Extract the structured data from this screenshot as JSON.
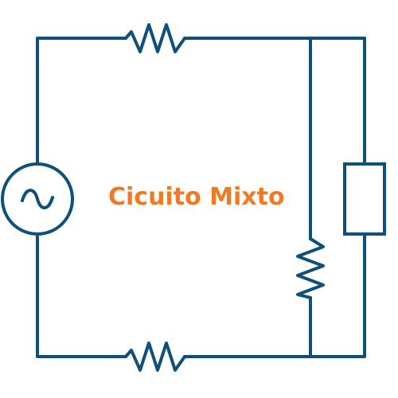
{
  "diagram": {
    "title": "Cicuito Mixto",
    "colors": {
      "wire": "#0e4f7c",
      "title": "#f07a24",
      "background": "#ffffff"
    },
    "components": [
      {
        "name": "ac-source-icon",
        "kind": "ac source"
      },
      {
        "name": "resistor-top-icon",
        "kind": "resistor"
      },
      {
        "name": "resistor-bottom-icon",
        "kind": "resistor"
      },
      {
        "name": "resistor-right-icon",
        "kind": "resistor"
      },
      {
        "name": "load-box-icon",
        "kind": "load"
      }
    ]
  }
}
